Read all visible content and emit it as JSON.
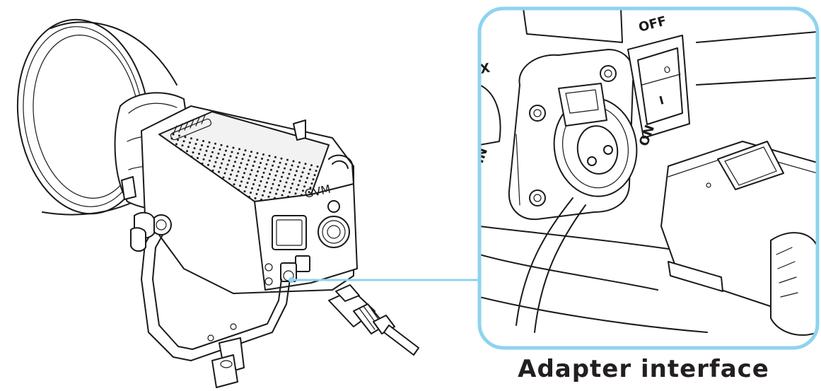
{
  "caption": "Adapter interface",
  "brand_mark": "GVM",
  "switch_labels": {
    "off": "OFF",
    "on": "ON",
    "on_symbol": "I",
    "off_symbol": "O"
  },
  "port_labels": {
    "in": "IN",
    "partial": "X"
  },
  "colors": {
    "callout_border": "#8fd3ee",
    "line": "#1a1a1a",
    "caption_text": "#231f20"
  }
}
